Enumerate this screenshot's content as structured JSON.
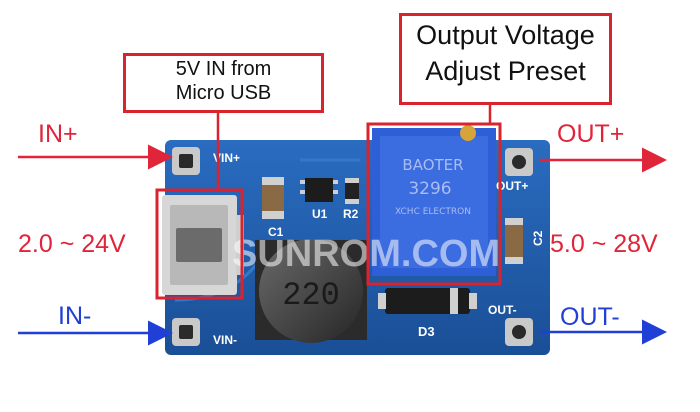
{
  "annotations": {
    "usb_input_line1": "5V IN from",
    "usb_input_line2": "Micro USB",
    "preset_line1": "Output Voltage",
    "preset_line2": "Adjust Preset"
  },
  "labels": {
    "in_plus": "IN+",
    "in_minus": "IN-",
    "out_plus": "OUT+",
    "out_minus": "OUT-",
    "input_range": "2.0 ~ 24V",
    "output_range": "5.0 ~ 28V"
  },
  "silkscreen": {
    "vin_plus": "VIN+",
    "vin_minus": "VIN-",
    "out_plus": "OUT+",
    "out_minus": "OUT-",
    "c1": "C1",
    "u1": "U1",
    "r2": "R2",
    "c2": "C2",
    "d3": "D3"
  },
  "components": {
    "inductor_marking": "220",
    "trimpot_line1": "BAOTER",
    "trimpot_line2": "3296",
    "trimpot_line3": "XCHC ELECTRON"
  },
  "watermark": "SUNROM.COM",
  "colors": {
    "pcb": "#1f5fb0",
    "annotation_red": "#d9232e",
    "arrow_red": "#e0243a",
    "arrow_blue": "#1f3fd6",
    "trimpot_blue": "#2f5fd6"
  }
}
